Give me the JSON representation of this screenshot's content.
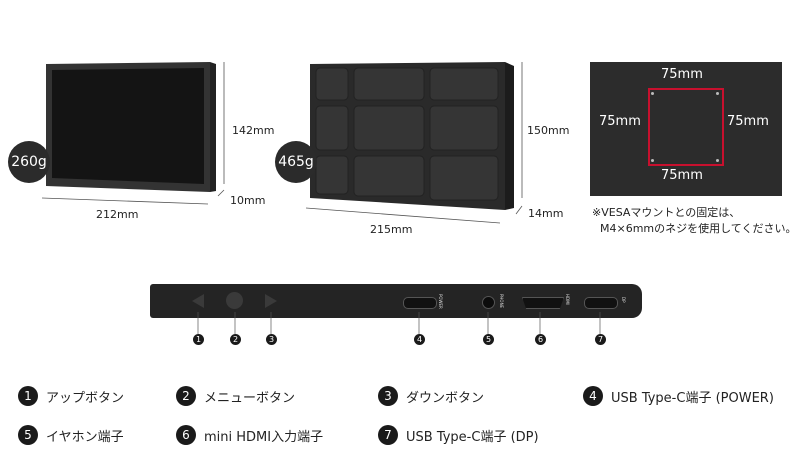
{
  "monitor": {
    "weight": "260g",
    "height": "142mm",
    "width": "212mm",
    "depth": "10mm"
  },
  "case": {
    "weight": "465g",
    "height": "150mm",
    "width": "215mm",
    "depth": "14mm"
  },
  "vesa": {
    "top": "75mm",
    "left": "75mm",
    "right": "75mm",
    "bottom": "75mm",
    "note_line1": "※VESAマウントとの固定は、",
    "note_line2": "M4×6mmのネジを使用してください。"
  },
  "ports": {
    "power": "POWER",
    "phone": "PHONE",
    "hdmi": "HDMI",
    "dp": "DP"
  },
  "legend": [
    {
      "num": "1",
      "label": "アップボタン"
    },
    {
      "num": "2",
      "label": "メニューボタン"
    },
    {
      "num": "3",
      "label": "ダウンボタン"
    },
    {
      "num": "4",
      "label": "USB Type-C端子 (POWER)"
    },
    {
      "num": "5",
      "label": "イヤホン端子"
    },
    {
      "num": "6",
      "label": "mini HDMI入力端子"
    },
    {
      "num": "7",
      "label": "USB Type-C端子 (DP)"
    }
  ]
}
